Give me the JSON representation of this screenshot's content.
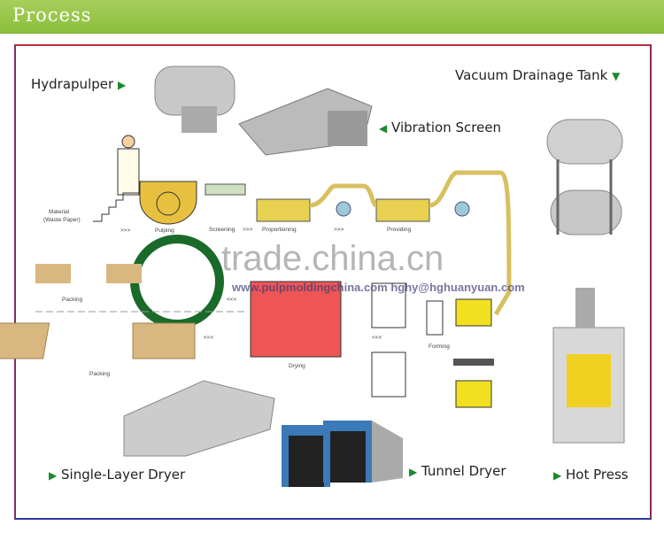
{
  "header": {
    "title": "Process"
  },
  "labels": {
    "hydrapulper": "Hydrapulper",
    "vacuum_tank": "Vacuum Drainage Tank",
    "vibration_screen": "Vibration Screen",
    "single_layer_dryer": "Single-Layer Dryer",
    "tunnel_dryer": "Tunnel Dryer",
    "hot_press": "Hot Press"
  },
  "steps": {
    "material": "Material",
    "material_sub": "(Waste Paper)",
    "pulping": "Pulping",
    "screening": "Screening",
    "proportioning": "Proportioning",
    "providing": "Providing",
    "forming": "Forming",
    "drying": "Drying",
    "packing1": "Packing",
    "packing2": "Packing",
    "arrow_right": ">>>",
    "arrow_left": "<<<"
  },
  "watermark": {
    "site": "trade.china.cn",
    "url": "www.pulpmoldingchina.com  hghy@hghuanyuan.com"
  },
  "colors": {
    "header": "#95c64a",
    "marker": "#1a8a2a",
    "pulp": "#e8c040",
    "drying": "#ee5555"
  }
}
